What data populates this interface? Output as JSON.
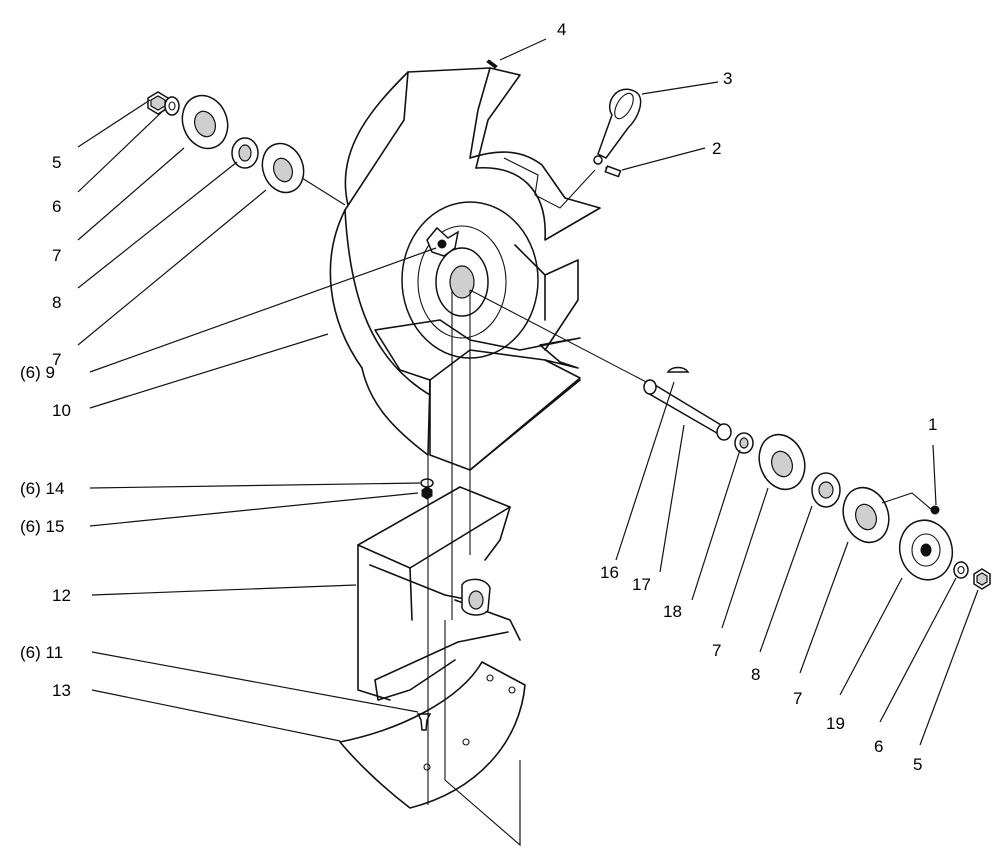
{
  "callouts": [
    {
      "id": "c1",
      "label": "1"
    },
    {
      "id": "c2",
      "label": "2"
    },
    {
      "id": "c3",
      "label": "3"
    },
    {
      "id": "c4",
      "label": "4"
    },
    {
      "id": "c5a",
      "label": "5"
    },
    {
      "id": "c6a",
      "label": "6"
    },
    {
      "id": "c7a",
      "label": "7"
    },
    {
      "id": "c8a",
      "label": "8"
    },
    {
      "id": "c7b",
      "label": "7"
    },
    {
      "id": "c9",
      "label": "(6) 9"
    },
    {
      "id": "c10",
      "label": "10"
    },
    {
      "id": "c14",
      "label": "(6) 14"
    },
    {
      "id": "c15",
      "label": "(6) 15"
    },
    {
      "id": "c12",
      "label": "12"
    },
    {
      "id": "c11",
      "label": "(6) 11"
    },
    {
      "id": "c13",
      "label": "13"
    },
    {
      "id": "c16",
      "label": "16"
    },
    {
      "id": "c17",
      "label": "17"
    },
    {
      "id": "c18",
      "label": "18"
    },
    {
      "id": "c7c",
      "label": "7"
    },
    {
      "id": "c8b",
      "label": "8"
    },
    {
      "id": "c7d",
      "label": "7"
    },
    {
      "id": "c19",
      "label": "19"
    },
    {
      "id": "c6b",
      "label": "6"
    },
    {
      "id": "c5b",
      "label": "5"
    }
  ]
}
